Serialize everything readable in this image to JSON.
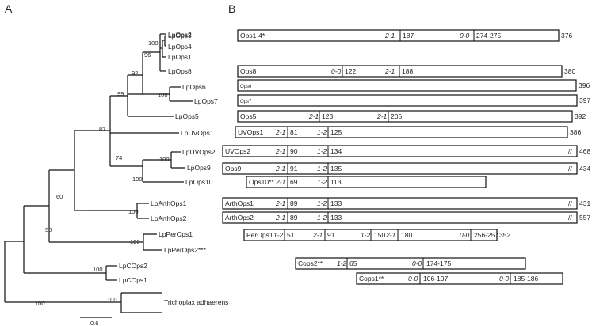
{
  "panels": {
    "a": "A",
    "b": "B"
  },
  "tree": {
    "leaves": [
      "LpOps3",
      "LpOps4",
      "LpOps1",
      "LpOps2",
      "LpOps8",
      "LpOps6",
      "LpOps7",
      "LpOps5",
      "LpUVOps1",
      "LpUVOps2",
      "LpOps9",
      "LpOps10",
      "LpArthOps1",
      "LpArthOps2",
      "LpPerOps1",
      "LpPerOps2***",
      "LpCOps2",
      "LpCOps1",
      "Trichoplax adhaerens"
    ],
    "bootstraps": [
      "100",
      "96",
      "92",
      "99",
      "100",
      "87",
      "74",
      "100",
      "100",
      "60",
      "100",
      "50",
      "100",
      "100",
      "100"
    ],
    "scale_label": "0.6"
  },
  "genes": [
    {
      "name": "Ops1-4*",
      "length": "376",
      "marks": [
        {
          "phase": "2-1",
          "pos": "187"
        },
        {
          "phase": "0-0",
          "pos": "274-275"
        }
      ]
    },
    {
      "name": "Ops8",
      "length": "380",
      "marks": [
        {
          "phase": "0-0",
          "pos": "122"
        },
        {
          "phase": "2-1",
          "pos": "188"
        }
      ]
    },
    {
      "name": "Ops6",
      "length": "396",
      "marks": []
    },
    {
      "name": "Ops7",
      "length": "397",
      "marks": []
    },
    {
      "name": "Ops5",
      "length": "392",
      "marks": [
        {
          "phase": "2-1",
          "pos": "123"
        },
        {
          "phase": "2-1",
          "pos": "205"
        }
      ]
    },
    {
      "name": "UVOps1",
      "length": "386",
      "marks": [
        {
          "phase": "2-1",
          "pos": "81"
        },
        {
          "phase": "1-2",
          "pos": "125"
        }
      ]
    },
    {
      "name": "UVOps2",
      "length": "468",
      "marks": [
        {
          "phase": "2-1",
          "pos": "90"
        },
        {
          "phase": "1-2",
          "pos": "134"
        }
      ]
    },
    {
      "name": "Ops9",
      "length": "434",
      "marks": [
        {
          "phase": "2-1",
          "pos": "91"
        },
        {
          "phase": "1-2",
          "pos": "135"
        }
      ]
    },
    {
      "name": "Ops10**",
      "length": "",
      "marks": [
        {
          "phase": "2-1",
          "pos": "69"
        },
        {
          "phase": "1-2",
          "pos": "113"
        }
      ]
    },
    {
      "name": "ArthOps1",
      "length": "431",
      "marks": [
        {
          "phase": "2-1",
          "pos": "89"
        },
        {
          "phase": "1-2",
          "pos": "133"
        }
      ]
    },
    {
      "name": "ArthOps2",
      "length": "557",
      "marks": [
        {
          "phase": "2-1",
          "pos": "89"
        },
        {
          "phase": "1-2",
          "pos": "133"
        }
      ]
    },
    {
      "name": "PerOps1",
      "length": "352",
      "marks": [
        {
          "phase": "1-2",
          "pos": "51"
        },
        {
          "phase": "2-1",
          "pos": "91"
        },
        {
          "phase": "1-2",
          "pos": "150"
        },
        {
          "phase": "2-1",
          "pos": "180"
        },
        {
          "phase": "0-0",
          "pos": "256-257"
        }
      ]
    },
    {
      "name": "Cops2**",
      "length": "",
      "marks": [
        {
          "phase": "1-2",
          "pos": "65"
        },
        {
          "phase": "0-0",
          "pos": "174-175"
        }
      ]
    },
    {
      "name": "Cops1**",
      "length": "",
      "marks": [
        {
          "phase": "0-0",
          "pos": "106-107"
        },
        {
          "phase": "0-0",
          "pos": "185-186"
        }
      ]
    }
  ]
}
